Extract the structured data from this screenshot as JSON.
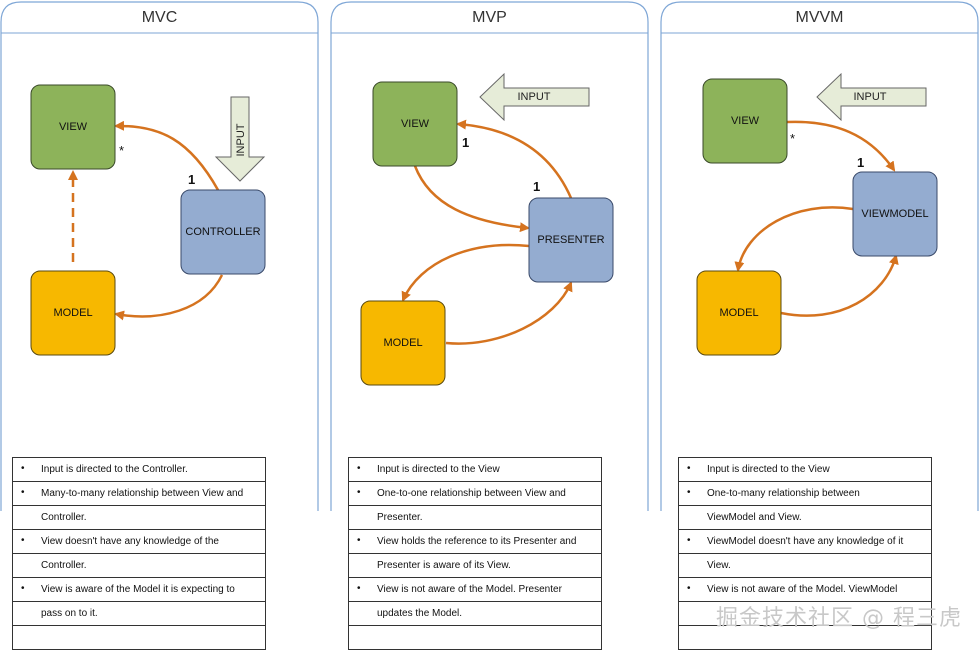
{
  "panels": [
    {
      "title": "MVC",
      "boxes": {
        "view": "VIEW",
        "model": "MODEL",
        "controller": "CONTROLLER"
      },
      "input": "INPUT",
      "multiplicities": [
        "*",
        "1"
      ],
      "notes": [
        "Input is directed to the Controller.",
        "Many-to-many relationship between View and",
        "Controller.",
        "View doesn't have any knowledge of the",
        "Controller.",
        "View is aware of the Model it is expecting to",
        "pass on to it.",
        ""
      ]
    },
    {
      "title": "MVP",
      "boxes": {
        "view": "VIEW",
        "model": "MODEL",
        "presenter": "PRESENTER"
      },
      "input": "INPUT",
      "multiplicities": [
        "1",
        "1"
      ],
      "notes": [
        "Input is directed to the View",
        "One-to-one relationship between View and",
        "Presenter.",
        "View holds the reference to its Presenter and",
        "Presenter is aware of its View.",
        "View is not aware of the Model. Presenter",
        "updates the Model.",
        ""
      ]
    },
    {
      "title": "MVVM",
      "boxes": {
        "view": "VIEW",
        "model": "MODEL",
        "viewmodel": "VIEWMODEL"
      },
      "input": "INPUT",
      "multiplicities": [
        "*",
        "1"
      ],
      "notes": [
        "Input is directed to the  View",
        "One-to-many relationship between",
        "ViewModel and View.",
        "ViewModel doesn't have any knowledge of it",
        "View.",
        "View is not aware of the Model. ViewModel",
        "",
        ""
      ]
    }
  ],
  "watermark": "掘金技术社区 @ 程三虎",
  "colors": {
    "view": "#8db35a",
    "model": "#f7b800",
    "controller": "#94acd0",
    "arrow": "#d5731f",
    "panel_border": "#7ea6d6",
    "input_arrow": "#e6ecd8"
  }
}
